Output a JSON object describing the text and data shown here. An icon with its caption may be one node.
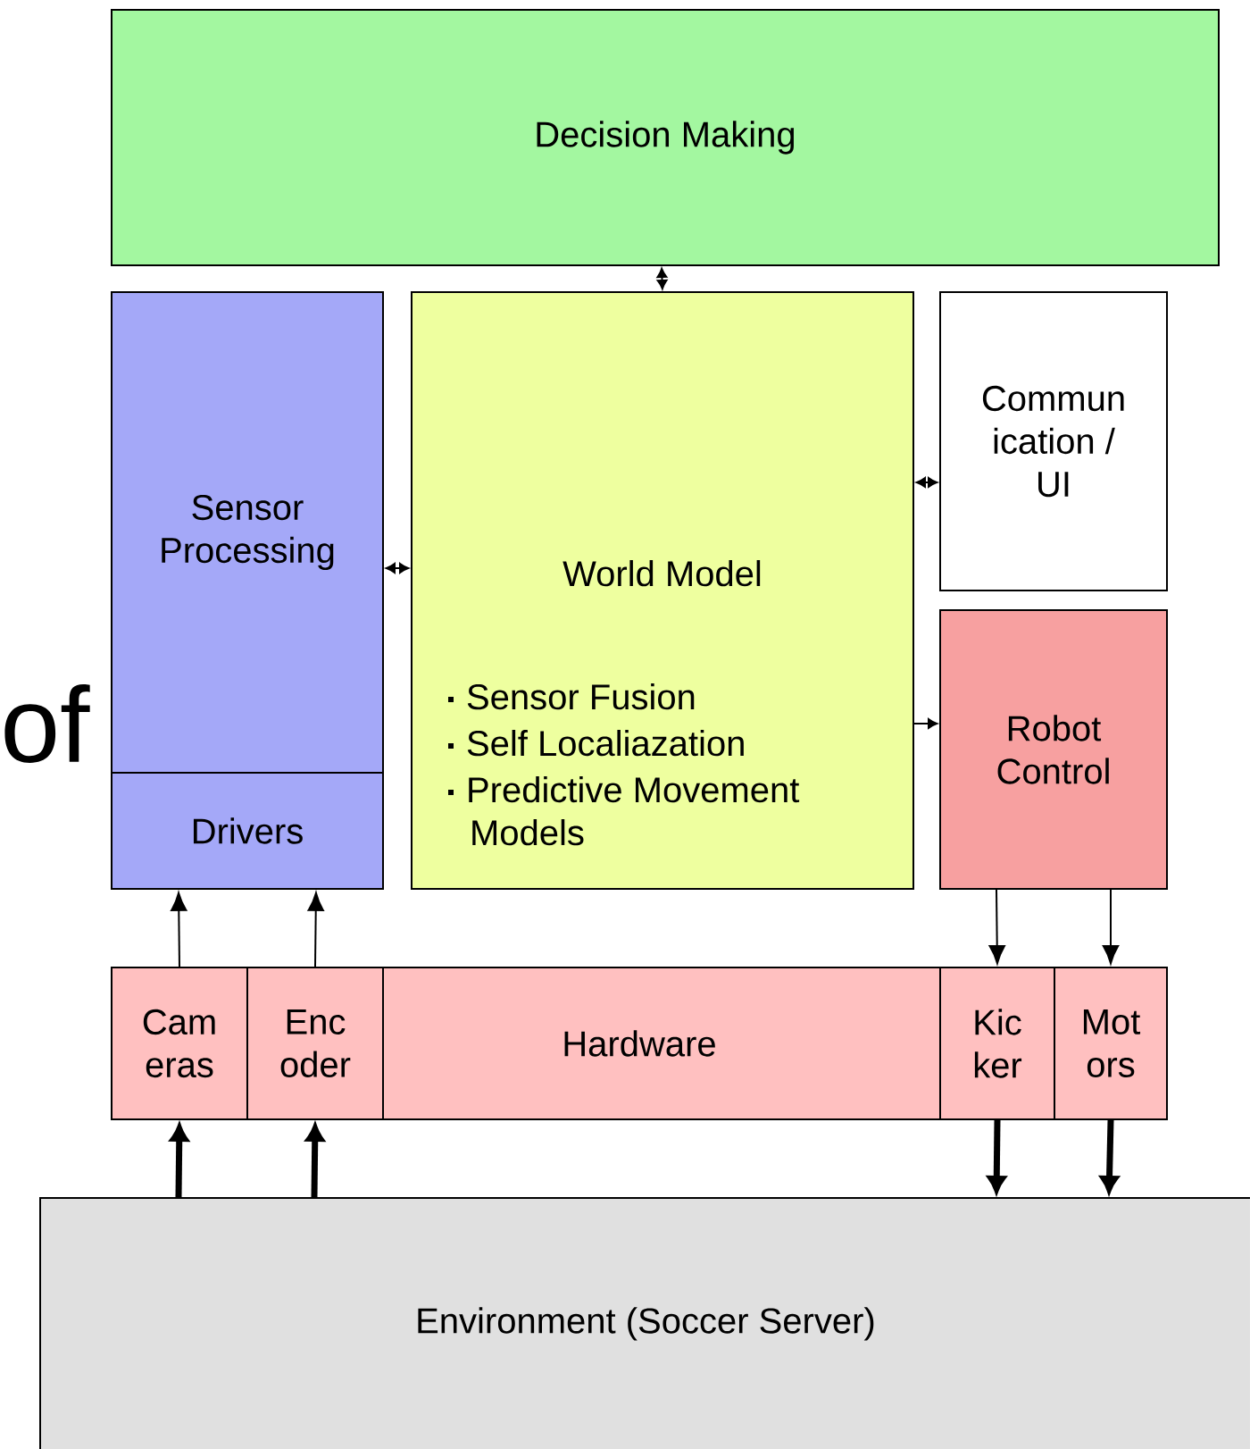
{
  "diagram": {
    "nodes": [
      {
        "text": [
          "Decision Making"
        ]
      },
      {
        "text": [
          "Sensor Processing"
        ]
      },
      {
        "text": [
          "Drivers"
        ]
      },
      {
        "text": [
          "World Model",
          "Sensor Fusion",
          "Self Localiazation",
          "Predictive Movement Models"
        ]
      },
      {
        "text": [
          "Commun ication / UI"
        ]
      },
      {
        "text": [
          "Robot Control"
        ]
      },
      {
        "text": [
          "Hardware"
        ]
      },
      {
        "text": [
          "Cam eras"
        ],
        "in": 6
      },
      {
        "text": [
          "Enc oder"
        ],
        "in": 6
      },
      {
        "text": [
          "Kic ker"
        ],
        "in": 6
      },
      {
        "text": [
          "Mot ors"
        ],
        "in": 6
      },
      {
        "text": [
          "Environment (Soccer Server)"
        ]
      }
    ],
    "edges": [
      {
        "from": 0,
        "to": 3,
        "arrow": "both"
      },
      {
        "from": 1,
        "to": 3,
        "arrow": "both"
      },
      {
        "from": 3,
        "to": 4,
        "arrow": "both"
      },
      {
        "from": 3,
        "to": 5,
        "arrow": "to"
      },
      {
        "from": 7,
        "to": 2,
        "arrow": "to"
      },
      {
        "from": 8,
        "to": 2,
        "arrow": "to"
      },
      {
        "from": 5,
        "to": 9,
        "arrow": "to"
      },
      {
        "from": 5,
        "to": 10,
        "arrow": "to"
      },
      {
        "from": 11,
        "to": 7,
        "arrow": "to",
        "style": "thick"
      },
      {
        "from": 11,
        "to": 8,
        "arrow": "to",
        "style": "thick"
      },
      {
        "from": 9,
        "to": 11,
        "arrow": "to",
        "style": "thick"
      },
      {
        "from": 10,
        "to": 11,
        "arrow": "to",
        "style": "thick"
      }
    ],
    "labels": [
      "of"
    ]
  }
}
